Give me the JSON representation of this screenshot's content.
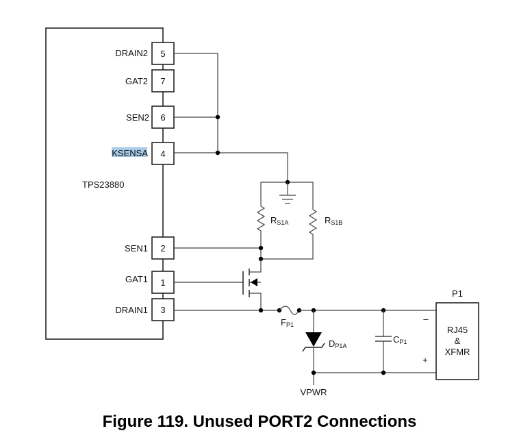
{
  "figure": {
    "caption": "Figure 119.  Unused PORT2 Connections"
  },
  "chip": {
    "name": "TPS23880",
    "pins": [
      {
        "label": "DRAIN2",
        "number": "5"
      },
      {
        "label": "GAT2",
        "number": "7"
      },
      {
        "label": "SEN2",
        "number": "6"
      },
      {
        "label": "KSENSA",
        "number": "4",
        "highlighted": true
      },
      {
        "label": "SEN1",
        "number": "2"
      },
      {
        "label": "GAT1",
        "number": "1"
      },
      {
        "label": "DRAIN1",
        "number": "3"
      }
    ]
  },
  "components": {
    "rs1a": {
      "main": "R",
      "sub": "S1A"
    },
    "rs1b": {
      "main": "R",
      "sub": "S1B"
    },
    "fp1": {
      "main": "F",
      "sub": "P1"
    },
    "dp1a": {
      "main": "D",
      "sub": "P1A"
    },
    "cp1": {
      "main": "C",
      "sub": "P1"
    },
    "vpwr": "VPWR",
    "p1": {
      "ref": "P1",
      "line1": "RJ45",
      "line2": "&",
      "line3": "XFMR",
      "minus": "–",
      "plus": "+"
    }
  },
  "colors": {
    "highlight": "#a8cbe8"
  }
}
